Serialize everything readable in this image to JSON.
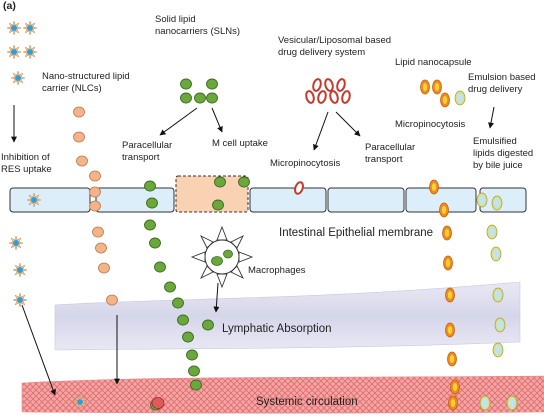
{
  "panel_label": "(a)",
  "labels": {
    "slns_line1": "Solid lipid",
    "slns_line2": "nanocarriers (SLNs)",
    "vesicular_line1": "Vesicular/Liposomal based",
    "vesicular_line2": "drug delivery system",
    "nanocapsule": "Lipid nanocapsule",
    "emulsion_line1": "Emulsion based",
    "emulsion_line2": "drug delivery",
    "nlcs_line1": "Nano-structured lipid",
    "nlcs_line2": "carrier (NLCs)",
    "inhibition_line1": "Inhibition of",
    "inhibition_line2": "RES uptake",
    "paracellular1_line1": "Paracellular",
    "paracellular1_line2": "transport",
    "mcell": "M cell uptake",
    "micropino1": "Micropinocytosis",
    "paracellular2_line1": "Paracellular",
    "paracellular2_line2": "transport",
    "micropino2": "Micropinocytosis",
    "emulsified_line1": "Emulsified",
    "emulsified_line2": "lipids digested",
    "emulsified_line3": "by bile juice",
    "membrane": "Intestinal Epithelial membrane",
    "macrophages": "Macrophages",
    "lymphatic": "Lymphatic Absorption",
    "systemic": "Systemic circulation"
  },
  "colors": {
    "sln_green": "#6aa83c",
    "nlc_orange": "#f4b48a",
    "liposome_red": "#c63a2e",
    "nanocapsule_orange": "#f08a1e",
    "nanocapsule_core": "#f6d23a",
    "emulsion_blue": "#bfe3f2",
    "emulsion_yellow": "#e3e07a",
    "res_star": "#2e9fd8",
    "cell_fill": "#dceef9",
    "mcell_fill": "#f9d2b4",
    "lymph_fill": "#dcdcef",
    "blood_fill": "#ef8f8f"
  }
}
